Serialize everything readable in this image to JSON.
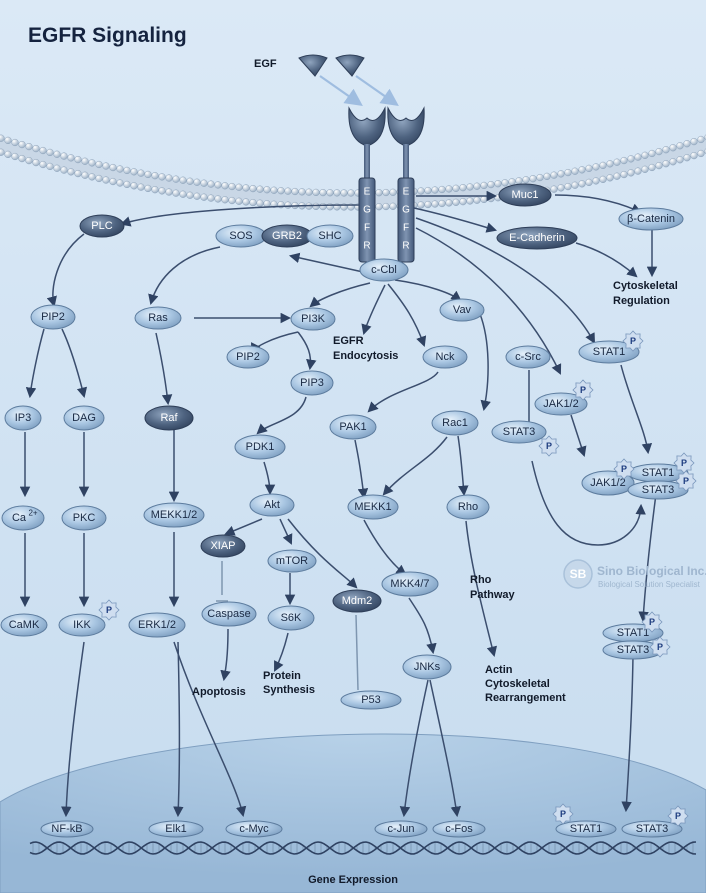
{
  "title": "EGFR Signaling",
  "ligand_label": "EGF",
  "receptor_letters": [
    "E",
    "G",
    "F",
    "R"
  ],
  "footer": "Gene Expression",
  "logo": {
    "badge": "SB",
    "name": "Sino Biological Inc.",
    "tagline": "Biological Solution Specialist"
  },
  "colors": {
    "background": "#d4e6f5",
    "membrane_head": "#b5c7d8",
    "node_light": "#a9c6e2",
    "node_dark": "#4e6380",
    "edge": "#3b4e6e",
    "phospho_badge": "#cfdef0"
  },
  "nodes": {
    "plc": "PLC",
    "sos": "SOS",
    "grb2": "GRB2",
    "shc": "SHC",
    "ccbl": "c-Cbl",
    "muc1": "Muc1",
    "bcatenin": "β-Catenin",
    "ecadherin": "E-Cadherin",
    "pip2a": "PIP2",
    "ras": "Ras",
    "pi3k": "PI3K",
    "vav": "Vav",
    "pip2b": "PIP2",
    "pip3": "PIP3",
    "nck": "Nck",
    "csrc": "c-Src",
    "stat1a": "STAT1",
    "ip3": "IP3",
    "dag": "DAG",
    "raf": "Raf",
    "pdk1": "PDK1",
    "pak1": "PAK1",
    "rac1": "Rac1",
    "jak12a": "JAK1/2",
    "stat3a": "STAT3",
    "jak12b": "JAK1/2",
    "stat1b": "STAT1",
    "stat3b": "STAT3",
    "ca": "Ca",
    "pkc": "PKC",
    "mekk12": "MEKK1/2",
    "akt": "Akt",
    "mekk1": "MEKK1",
    "rho": "Rho",
    "xiap": "XIAP",
    "mtor": "mTOR",
    "mdm2": "Mdm2",
    "mkk47": "MKK4/7",
    "camk": "CaMK",
    "ikk": "IKK",
    "erk12": "ERK1/2",
    "caspase": "Caspase",
    "s6k": "S6K",
    "stat1c": "STAT1",
    "stat3c": "STAT3",
    "jnks": "JNKs",
    "p53": "P53",
    "nfkb": "NF-kB",
    "elk1": "Elk1",
    "cmyc": "c-Myc",
    "cjun": "c-Jun",
    "cfos": "c-Fos",
    "stat1d": "STAT1",
    "stat3d": "STAT3"
  },
  "superscripts": {
    "ca": "2+",
    "phospho": "P"
  },
  "labels": {
    "cytoskeletal_regulation": "Cytoskeletal Regulation",
    "egfr_endocytosis": "EGFR Endocytosis",
    "rho_pathway": "Rho Pathway",
    "actin_rearrangement": "Actin Cytoskeletal Rearrangement",
    "apoptosis": "Apoptosis",
    "protein_synthesis": "Protein Synthesis"
  }
}
